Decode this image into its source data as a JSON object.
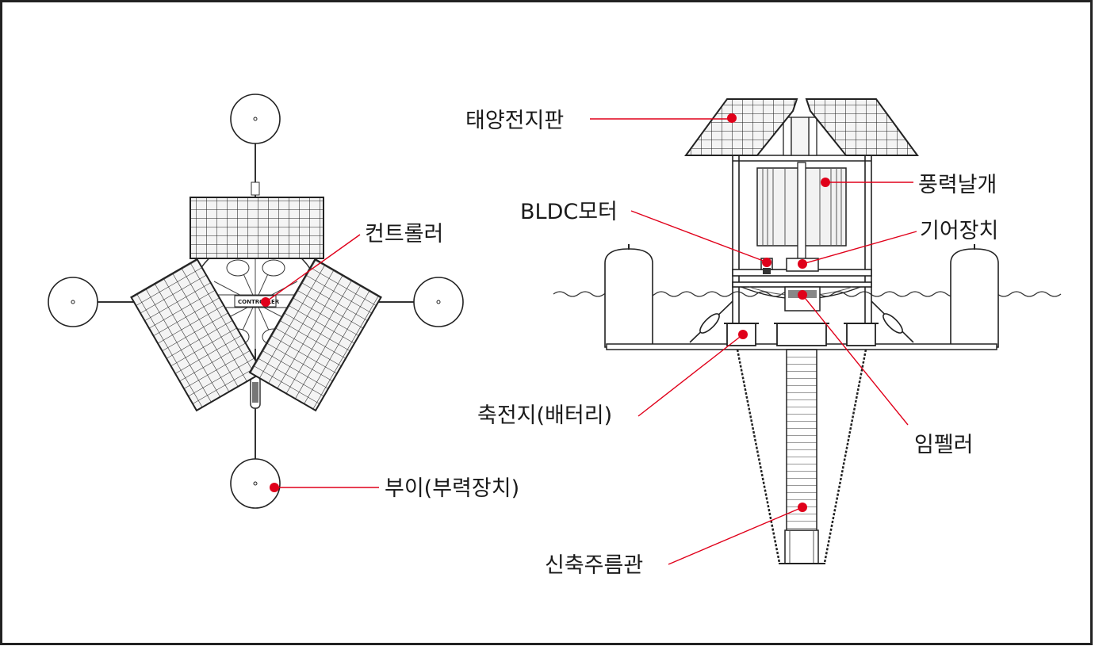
{
  "colors": {
    "leader": "#e0001a",
    "line": "#333333",
    "frame": "#222222",
    "background": "#ffffff"
  },
  "labels": {
    "controller": "컨트롤러",
    "buoy": "부이(부력장치)",
    "solar_panel": "태양전지판",
    "wind_blade": "풍력날개",
    "bldc_motor": "BLDC모터",
    "gear": "기어장치",
    "battery": "축전지(배터리)",
    "impeller": "임펠러",
    "bellows_tube": "신축주름관"
  },
  "controller_box_text": "CONTROLLER"
}
